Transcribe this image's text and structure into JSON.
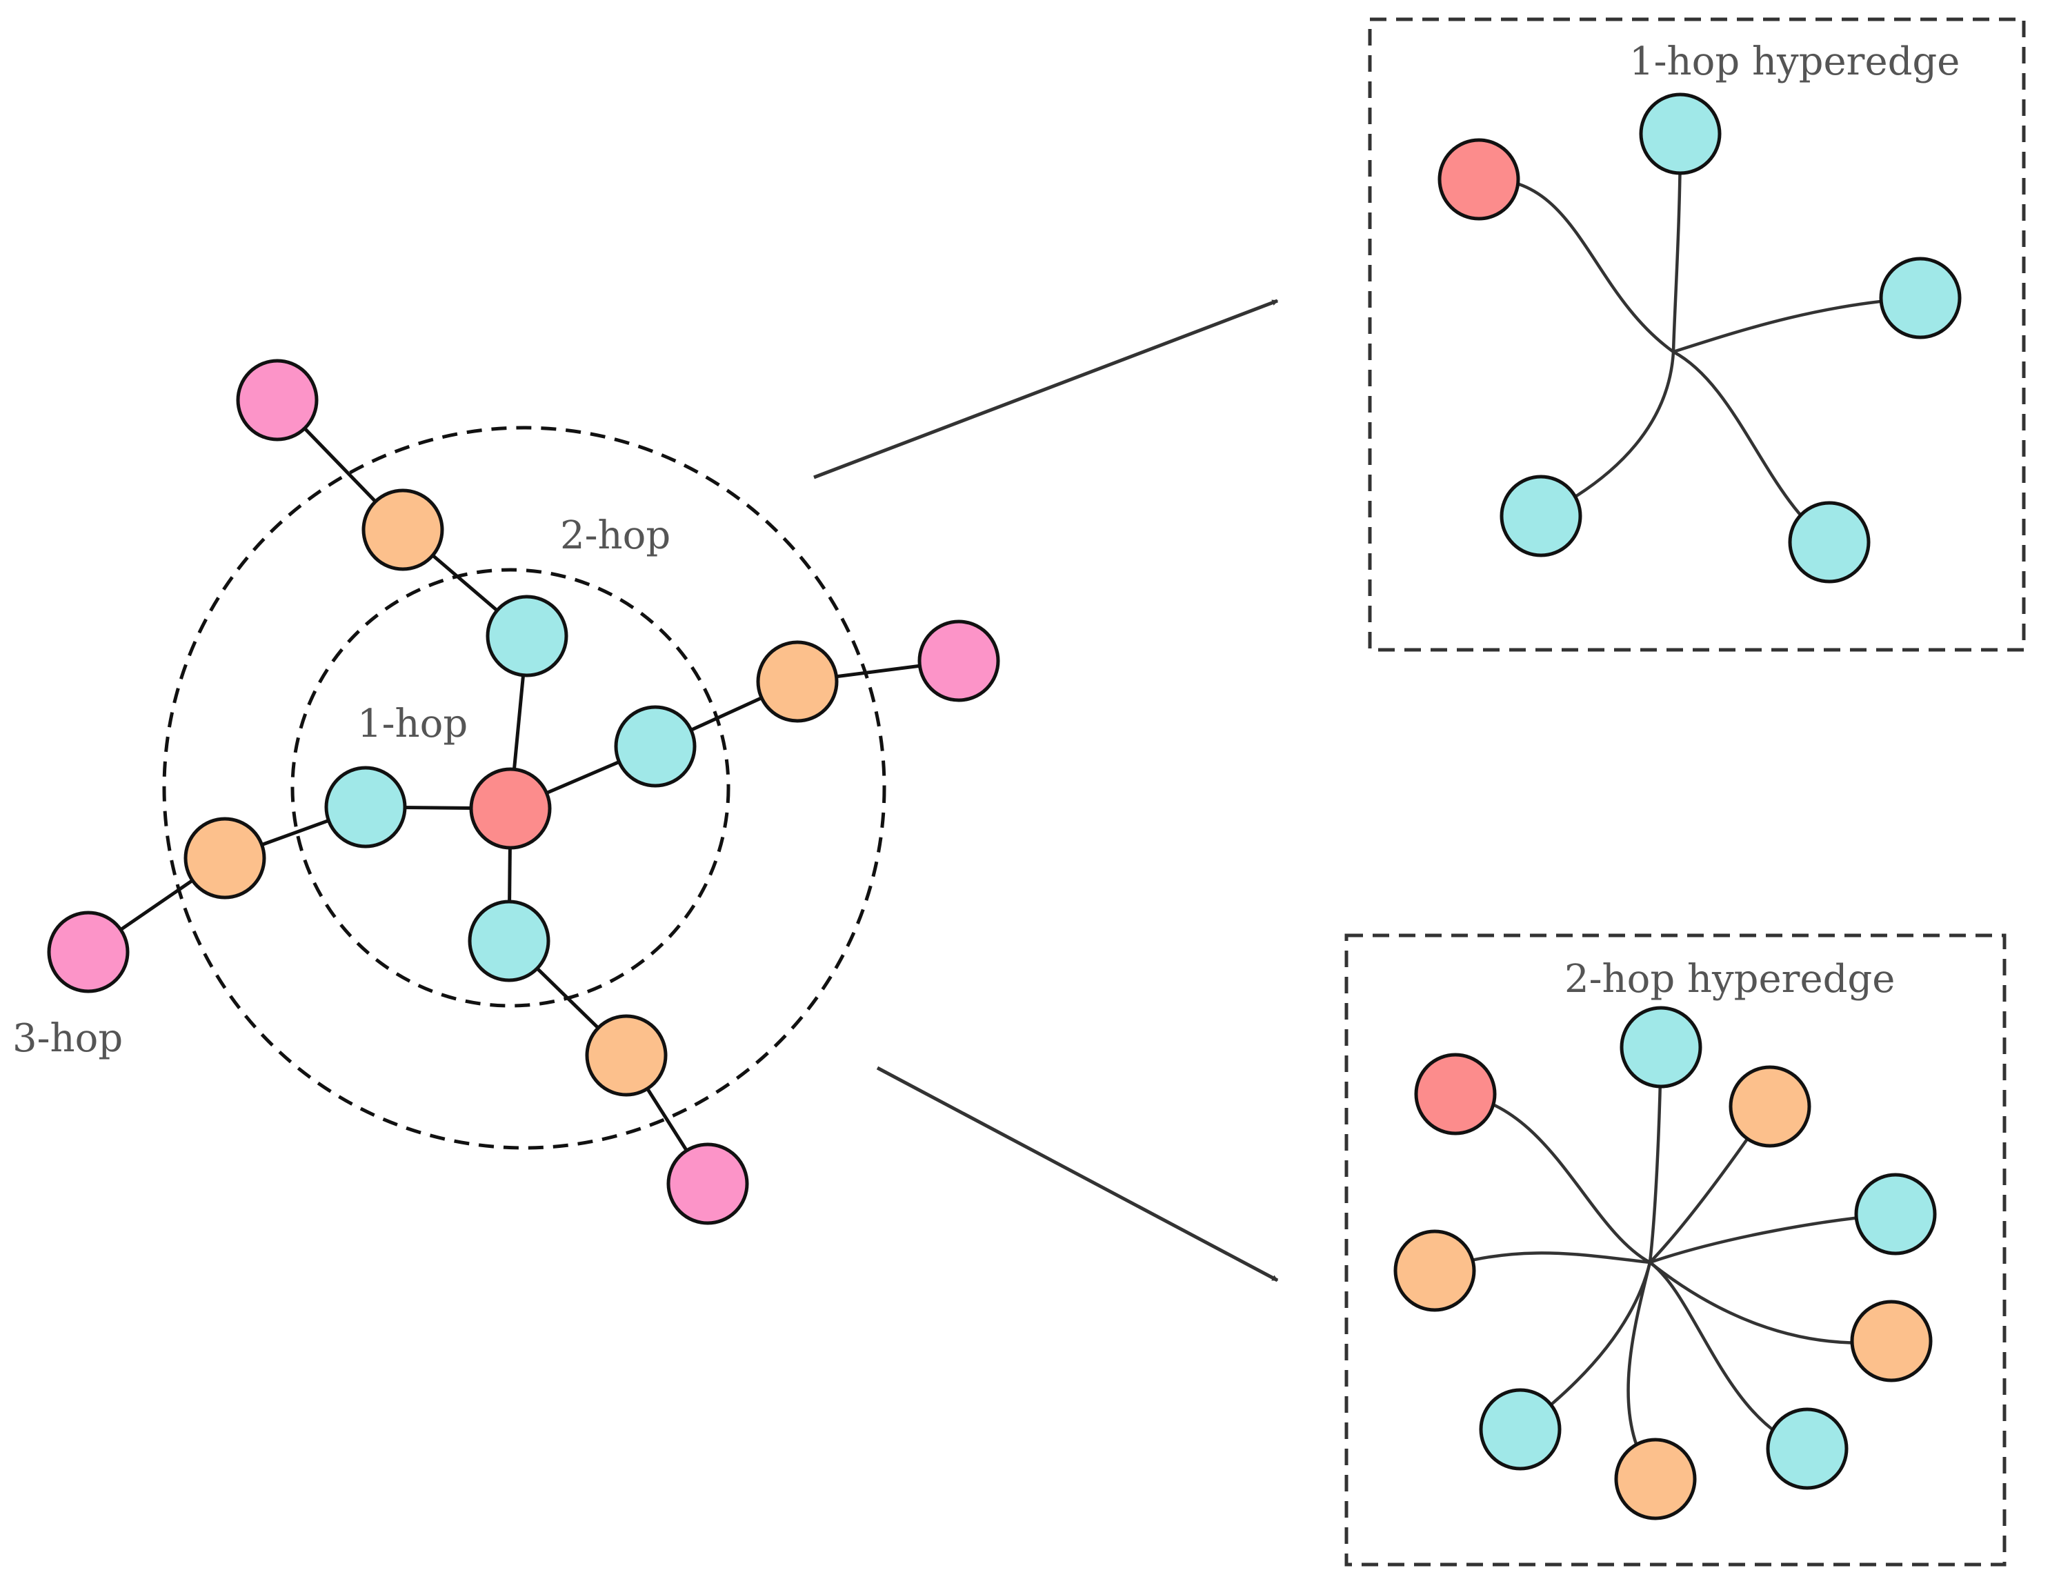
{
  "labels": {
    "hop1": "1-hop",
    "hop2": "2-hop",
    "hop3": "3-hop",
    "hyperedge1": "1-hop hyperedge",
    "hyperedge2": "2-hop hyperedge"
  },
  "colors": {
    "center": "#fc8c8c",
    "hop1": "#a0e8e8",
    "hop2": "#fcc08c",
    "hop3": "#fc94c8"
  }
}
